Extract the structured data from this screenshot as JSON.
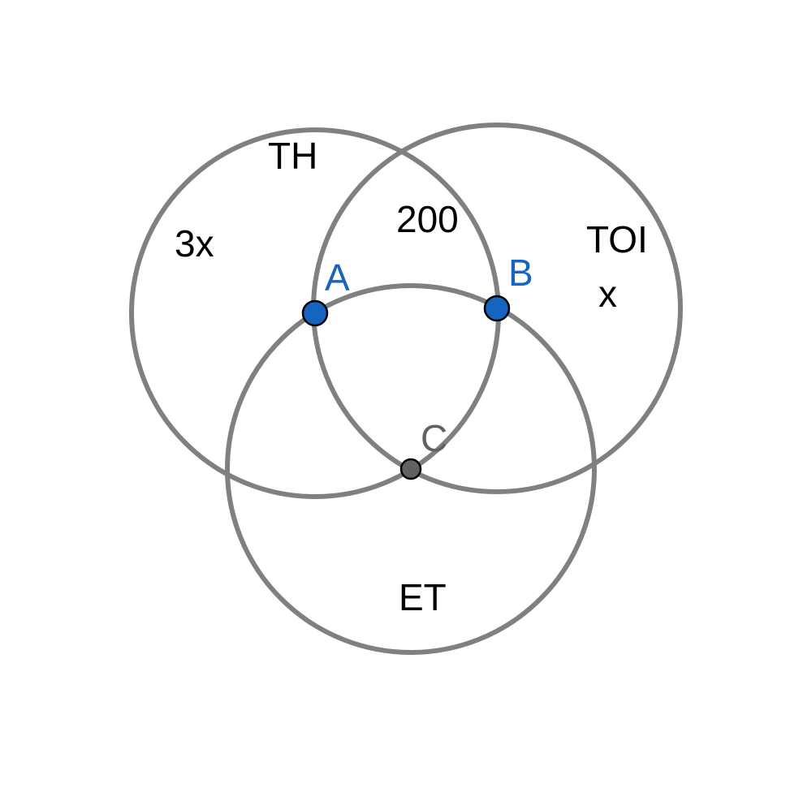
{
  "circles": {
    "th": {
      "label": "TH",
      "value": "3x"
    },
    "toi": {
      "label": "TOI",
      "value": "x"
    },
    "et": {
      "label": "ET"
    },
    "th_toi_overlap": {
      "value": "200"
    }
  },
  "points": {
    "a": {
      "label": "A",
      "color": "#1565C0",
      "label_color": "#1565C0"
    },
    "b": {
      "label": "B",
      "color": "#1565C0",
      "label_color": "#1565C0"
    },
    "c": {
      "label": "C",
      "color": "#616161",
      "label_color": "#616161"
    }
  },
  "colors": {
    "circle_stroke": "#808080",
    "text": "#000000",
    "background": "#ffffff"
  }
}
